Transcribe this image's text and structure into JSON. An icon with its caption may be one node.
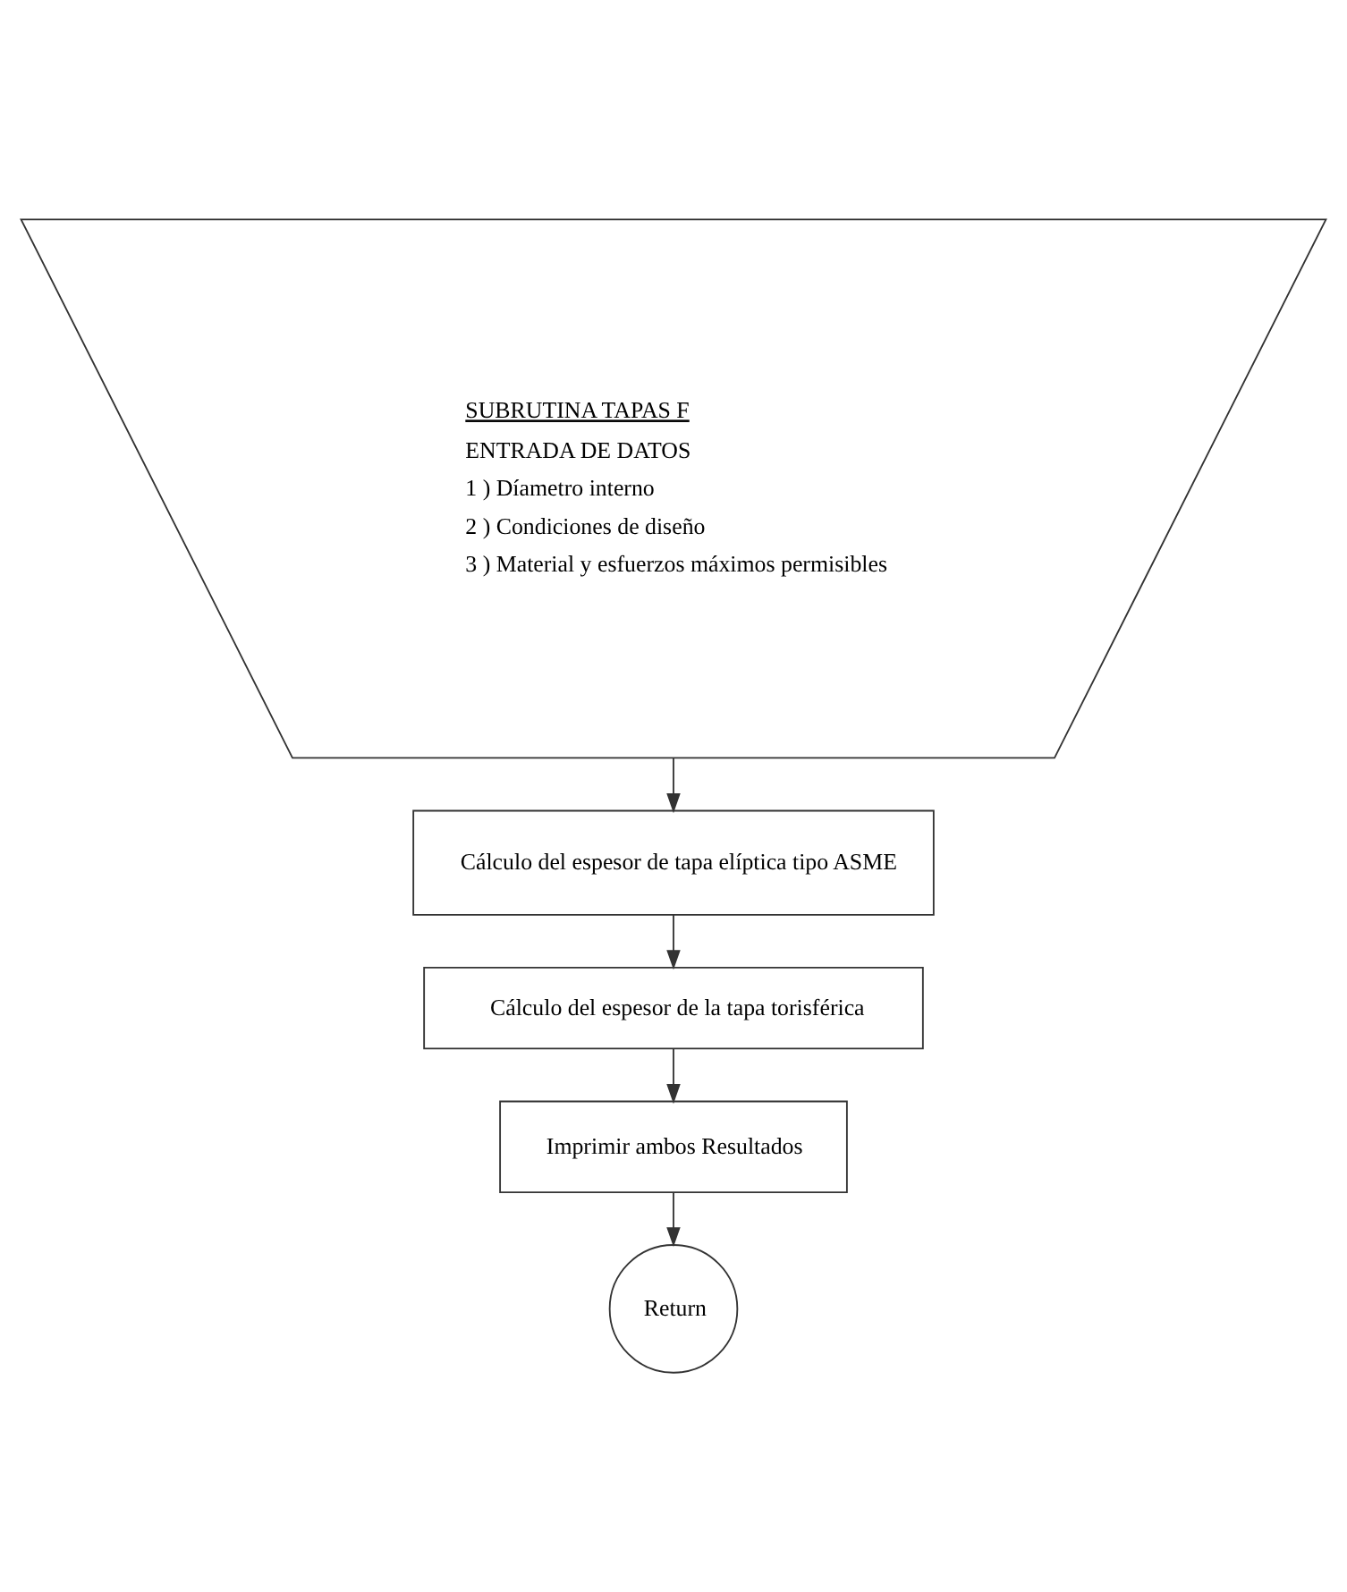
{
  "diagram": {
    "nodes": [
      {
        "text": [
          "SUBRUTINA TAPAS F",
          "ENTRADA DE DATOS",
          "1 ) Díametro interno",
          "2 ) Condiciones de diseño",
          "3 ) Material y esfuerzos máximos permisibles"
        ]
      },
      {
        "text": [
          "Cálculo del espesor de tapa elíptica tipo ASME"
        ]
      },
      {
        "text": [
          "Cálculo del espesor de la tapa torisférica"
        ]
      },
      {
        "text": [
          "Imprimir ambos Resultados"
        ]
      },
      {
        "text": [
          "Return"
        ]
      }
    ],
    "edges": [
      {
        "from": 0,
        "to": 1,
        "arrow": "to"
      },
      {
        "from": 1,
        "to": 2,
        "arrow": "to"
      },
      {
        "from": 2,
        "to": 3,
        "arrow": "to"
      },
      {
        "from": 3,
        "to": 4,
        "arrow": "to"
      }
    ]
  }
}
